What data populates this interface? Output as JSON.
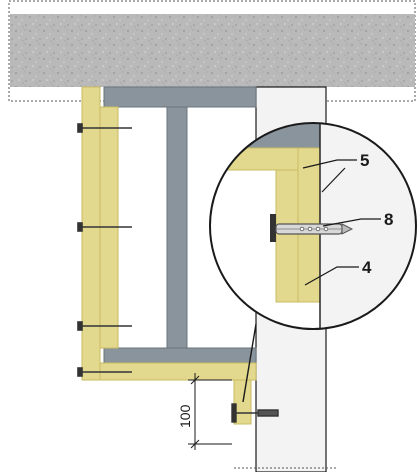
{
  "diagram": {
    "callouts": {
      "label_5": "5",
      "label_8": "8",
      "label_4": "4"
    },
    "dimension": {
      "value": "100"
    },
    "colors": {
      "concrete": "#b9b9b9",
      "insulation": "#e2d88e",
      "insulation_edge": "#c9bb63",
      "steel_beam": "#8a949c",
      "steel_edge": "#6b747c",
      "wall": "#f3f3f3",
      "outline": "#1a1a1a",
      "fastener": "#333333"
    }
  }
}
